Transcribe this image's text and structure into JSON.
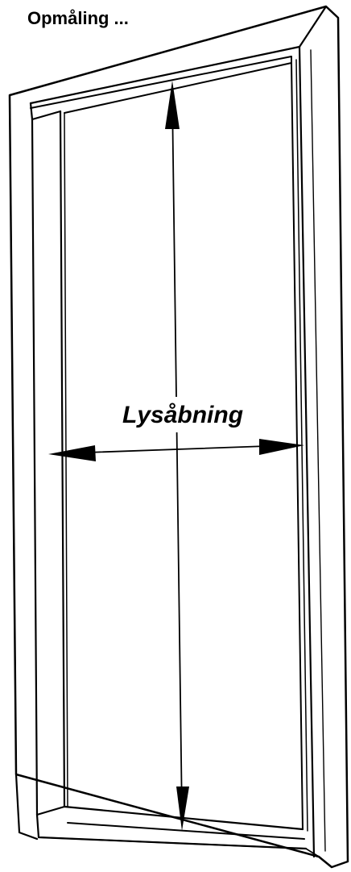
{
  "title": "Opmåling ...",
  "diagram": {
    "label": "Lysåbning",
    "icon": "door-frame-measure",
    "colors": {
      "line": "#000000",
      "background": "#ffffff"
    }
  }
}
